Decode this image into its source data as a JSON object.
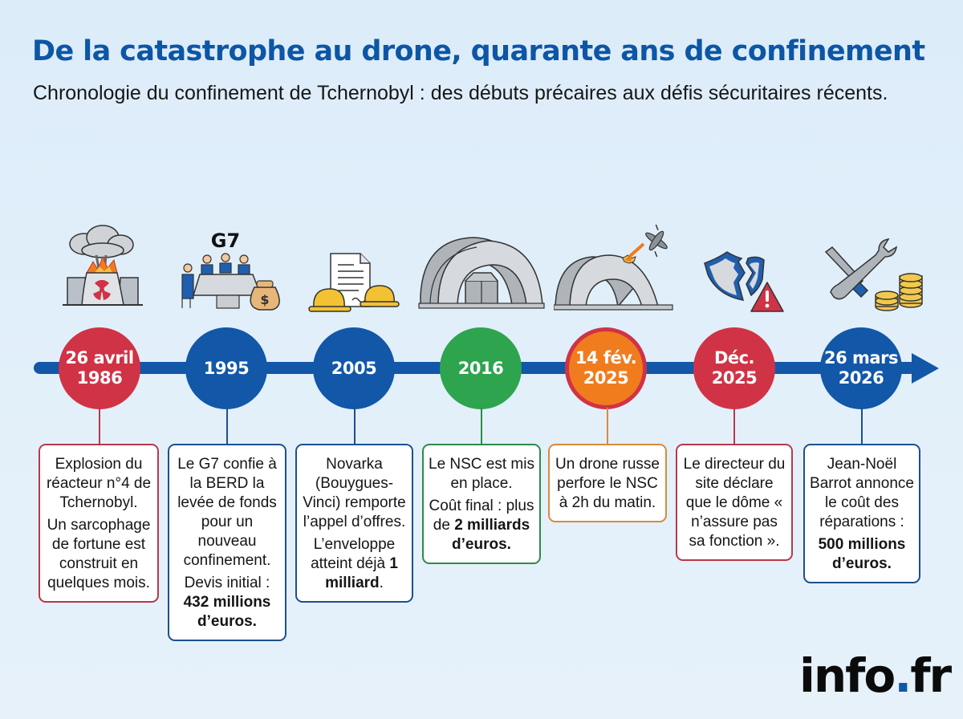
{
  "header": {
    "title": "De la catastrophe au drone, quarante ans de confinement",
    "subtitle": "Chronologie du confinement de Tchernobyl : des débuts précaires aux défis sécuritaires récents."
  },
  "colors": {
    "background": "#dcecf9",
    "title_blue": "#0d56a6",
    "timeline_blue": "#1257a8",
    "red": "#d03346",
    "green": "#2ea44f",
    "orange": "#f07c1e"
  },
  "events": [
    {
      "date": "26 avril\n1986",
      "color": "#d03346",
      "icon": "nuclear-explosion-icon",
      "card": {
        "p1": "Explosion du réacteur n°4 de Tchernobyl.",
        "p2": "Un sarcophage de fortune est construit en quelques mois."
      }
    },
    {
      "date": "1995",
      "color": "#1257a8",
      "icon": "g7-meeting-money-icon",
      "icon_label": "G7",
      "card": {
        "p1": "Le G7 confie à la BERD la levée de fonds pour un nouveau confinement.",
        "p2_text": "Devis initial : ",
        "p2_bold": "432 millions d’euros."
      }
    },
    {
      "date": "2005",
      "color": "#1257a8",
      "icon": "contract-hardhats-icon",
      "card": {
        "p1": "Novarka (Bouygues-Vinci) remporte l’appel d’offres.",
        "p2_text": "L’enveloppe atteint déjà ",
        "p2_bold": "1 milliard",
        "p2_end": "."
      }
    },
    {
      "date": "2016",
      "color": "#2ea44f",
      "icon": "arch-shelter-icon",
      "card": {
        "p1": "Le NSC est mis en place.",
        "p2_text": "Coût final : plus de ",
        "p2_bold": "2 milliards d’euros."
      }
    },
    {
      "date": "14 fév.\n2025",
      "color": "#f07c1e",
      "icon": "drone-strike-arch-icon",
      "card": {
        "p1": "Un drone russe perfore le NSC à 2h du matin."
      }
    },
    {
      "date": "Déc.\n2025",
      "color": "#d03346",
      "icon": "broken-shield-warning-icon",
      "card": {
        "p1": "Le directeur du site déclare que le dôme « n’assure pas sa fonction »."
      }
    },
    {
      "date": "26 mars\n2026",
      "color": "#1257a8",
      "icon": "tools-coins-icon",
      "card": {
        "p1": "Jean-Noël Barrot annonce le coût des réparations :",
        "p2_bold": "500 millions d’euros."
      }
    }
  ],
  "logo": {
    "text": "info",
    "dot": ".",
    "suffix": "fr"
  }
}
